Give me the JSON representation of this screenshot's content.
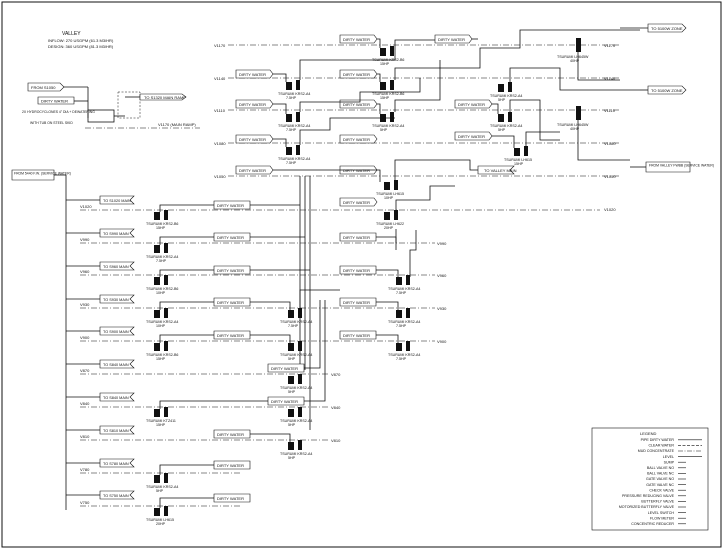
{
  "title_block": {
    "name": "VALLEY",
    "inflow": "INFLOW: 270 USGPM (61.3 M3/HR)",
    "design": "DESIGN: 360 USGPM (81.3 M3/HR)"
  },
  "tags": {
    "dirty_water": "DIRTY WATER",
    "from_5100": "FROM S1050",
    "to_5120_main_ramp": "TO S1320 MAIN RAMP",
    "to_5100_zone_a": "TO 5100W ZONE",
    "to_5100_zone_b": "TO 5100W ZONE",
    "from_5440_fw": "FROM 5440 F.W. (SERVICE WATER)",
    "from_valley_fwbb": "FROM VALLEY FWBB (SERVICE WATER)",
    "to_valley_main": "TO VALLEY MAIN"
  },
  "notes": {
    "hydrocyclone": "2X HYDROCYCLONES 4\" DIA + DEWATERING",
    "with_tub": "WITH TUB ON STEEL SKID",
    "v1170_main_ramp": "V1170 (MAIN RAMP)"
  },
  "levels_right": [
    "V1170",
    "V1140",
    "V1110",
    "V1080",
    "V1050",
    "V1020"
  ],
  "levels_left": [
    "V1170",
    "V1140",
    "V1110",
    "V1080",
    "V1050"
  ],
  "levels_mid": [
    "V990",
    "V960",
    "V930",
    "V900"
  ],
  "levels_lower_left": [
    "V1020",
    "V990",
    "V960",
    "V930",
    "V900",
    "V870",
    "V840",
    "V810",
    "V780",
    "V750"
  ],
  "levels_lower_mid": [
    "V870",
    "V840",
    "V810"
  ],
  "to_main_tags": [
    "TO S1020 MAIN",
    "TO S990 MAIN",
    "TO S960 MAIN",
    "TO S930 MAIN",
    "TO S900 MAIN",
    "TO S840 MAIN",
    "TO S840 MAIN",
    "TO S810 MAIN",
    "TO S780 MAIN",
    "TO S750 MAIN"
  ],
  "pumps": {
    "top_a": [
      "TSURUMI KRS2-B6",
      "15HP"
    ],
    "top_b": [
      "TSURUMI KRS2-A4",
      "7.5HP"
    ],
    "top_c": [
      "TSURUMI KRS2-B6",
      "15HP"
    ],
    "top_d": [
      "TSURUMI KRS2-A4",
      "5HP"
    ],
    "top_e": [
      "TSURUMI KRS2-A4",
      "7.5HP"
    ],
    "top_f": [
      "TSURUMI KRS2-A4",
      "5HP"
    ],
    "top_g": [
      "TSURUMI KRS2-A4",
      "5HP"
    ],
    "top_h": [
      "TSURUMI KRS2-A4",
      "7.5HP"
    ],
    "top_i": [
      "TSURUMI LH615",
      "15HP"
    ],
    "top_j": [
      "TSURUMI LH615",
      "10HP"
    ],
    "top_k": [
      "TSURUMI LH622",
      "20HP"
    ],
    "right_1": [
      "TSURUMI LH645W",
      "40HP"
    ],
    "right_2": [
      "TSURUMI LH645W",
      "40HP"
    ],
    "left_1": [
      "TSURUMI KRS2-B6",
      "15HP"
    ],
    "left_2": [
      "TSURUMI KRS2-A4",
      "7.5HP"
    ],
    "left_3": [
      "TSURUMI KRS2-B6",
      "10HP"
    ],
    "left_4": [
      "TSURUMI KRS2-A4",
      "10HP"
    ],
    "left_5": [
      "TSURUMI KRS2-B6",
      "15HP"
    ],
    "left_6": [
      "TSURUMI KTZ411",
      "15HP"
    ],
    "left_7": [
      "TSURUMI KRS2-A4",
      "5HP"
    ],
    "left_8": [
      "TSURUMI LH615",
      "20HP"
    ],
    "mid_1": [
      "TSURUMI KRS2-A4",
      "7.5HP"
    ],
    "mid_2": [
      "TSURUMI KRS2-A4",
      "5HP"
    ],
    "mid_3": [
      "TSURUMI KRS2-A4",
      "5HP"
    ],
    "mid_4": [
      "TSURUMI KRS2-A4",
      "5HP"
    ],
    "mid_5": [
      "TSURUMI KRS2-A4",
      "5HP"
    ],
    "rm_1": [
      "TSURUMI KRS2-A4",
      "7.5HP"
    ],
    "rm_2": [
      "TSURUMI KRS2-A4",
      "7.5HP"
    ],
    "rm_3": [
      "TSURUMI KRS2-A4",
      "7.5HP"
    ]
  },
  "legend": {
    "title": "LEGEND",
    "items": [
      "PIPE DIRTY WATER",
      "CLEAR WATER",
      "MUD CONCENTRATE",
      "LEVEL",
      "SUMP",
      "BALL VALVE NO",
      "BALL VALVE NC",
      "GATE VALVE NO",
      "GATE VALVE NC",
      "CHECK VALVE",
      "PRESSURE REDUCING VALVE",
      "BUTTERFLY VALVE",
      "MOTORIZED BUTTERFLY VALVE",
      "LEVEL SWITCH",
      "FLOW METER",
      "CONCENTRIC REDUCER"
    ]
  }
}
